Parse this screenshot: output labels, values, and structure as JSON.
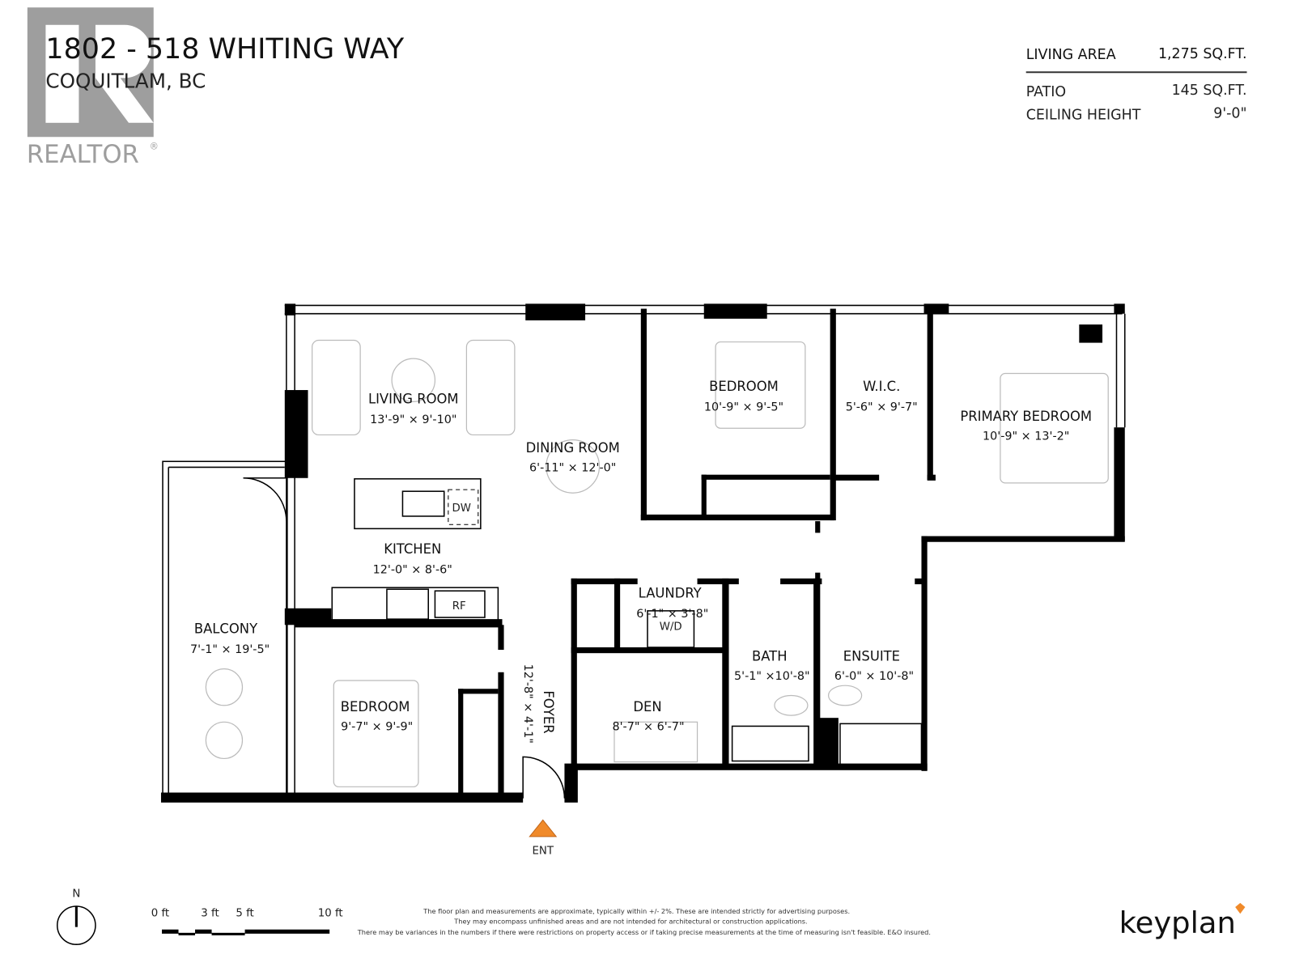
{
  "header": {
    "address": "1802 - 518 WHITING WAY",
    "city": "COQUITLAM, BC",
    "logo_text": "REALTOR"
  },
  "stats": {
    "living_area_label": "LIVING AREA",
    "living_area_value": "1,275 SQ.FT.",
    "patio_label": "PATIO",
    "patio_value": "145 SQ.FT.",
    "ceiling_label": "CEILING HEIGHT",
    "ceiling_value": "9'-0\""
  },
  "rooms": {
    "living": {
      "name": "LIVING ROOM",
      "dims": "13'-9\"  ×  9'-10\""
    },
    "dining": {
      "name": "DINING ROOM",
      "dims": "6'-11\"  ×  12'-0\""
    },
    "bedroom1": {
      "name": "BEDROOM",
      "dims": "10'-9\"  ×  9'-5\""
    },
    "wic": {
      "name": "W.I.C.",
      "dims": "5'-6\"  ×  9'-7\""
    },
    "primary": {
      "name": "PRIMARY BEDROOM",
      "dims": "10'-9\"  ×  13'-2\""
    },
    "kitchen": {
      "name": "KITCHEN",
      "dims": "12'-0\"  ×  8'-6\""
    },
    "laundry": {
      "name": "LAUNDRY",
      "dims": "6'-1\" × 3'-8\""
    },
    "balcony": {
      "name": "BALCONY",
      "dims": "7'-1\"  ×  19'-5\""
    },
    "bath": {
      "name": "BATH",
      "dims": "5'-1\" ×10'-8\""
    },
    "ensuite": {
      "name": "ENSUITE",
      "dims": "6'-0\" × 10'-8\""
    },
    "bedroom2": {
      "name": "BEDROOM",
      "dims": "9'-7\"  ×  9'-9\""
    },
    "foyer": {
      "name": "FOYER",
      "dims": "12'-8\" × 4'-1\""
    },
    "den": {
      "name": "DEN",
      "dims": "8'-7\"  ×  6'-7\""
    }
  },
  "fixtures": {
    "dishwasher": "DW",
    "fridge": "RF",
    "washer_dryer": "W/D"
  },
  "entrance": {
    "label": "ENT",
    "color": "#f08a2a"
  },
  "compass": {
    "label": "N"
  },
  "scale": {
    "ticks": [
      "0 ft",
      "3 ft",
      "5 ft",
      "10 ft"
    ]
  },
  "disclaimer": [
    "The floor plan and measurements are approximate, typically within +/- 2%. These are intended strictly for advertising purposes.",
    "They may encompass unfinished areas and are not intended for architectural or construction applications.",
    "There may be variances in the numbers if there were restrictions on property access or if taking precise measurements at the time of measuring isn't feasible. E&O insured."
  ],
  "brand": {
    "name": "keyplan",
    "accent": "#f08a2a"
  }
}
